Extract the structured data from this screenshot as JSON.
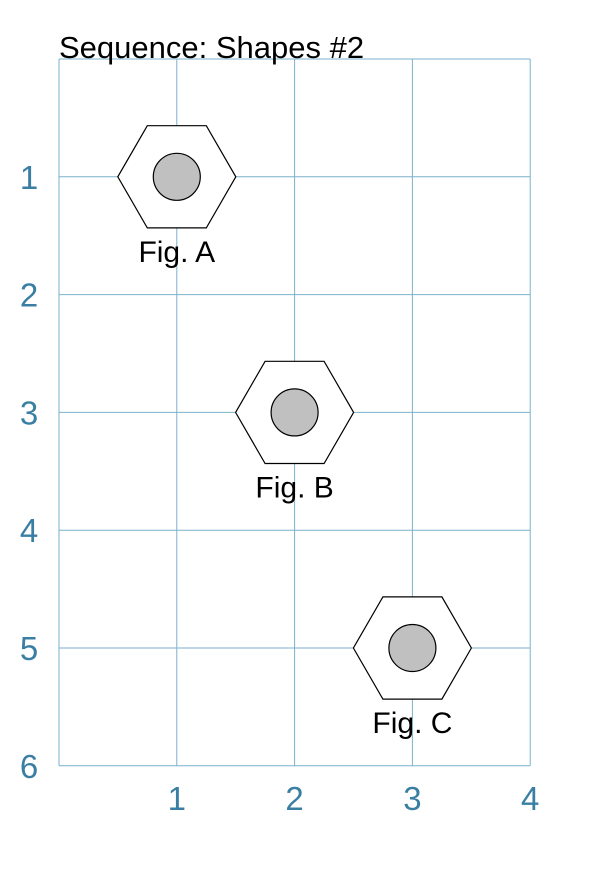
{
  "title": "Sequence: Shapes #2",
  "grid": {
    "x_ticks": [
      "1",
      "2",
      "3",
      "4"
    ],
    "y_ticks": [
      "1",
      "2",
      "3",
      "4",
      "5",
      "6"
    ],
    "columns": 4,
    "rows": 6
  },
  "figures": [
    {
      "label": "Fig. A",
      "col": 1,
      "row": 1
    },
    {
      "label": "Fig. B",
      "col": 2,
      "row": 3
    },
    {
      "label": "Fig. C",
      "col": 3,
      "row": 5
    }
  ],
  "colors": {
    "grid": "#79b2cc",
    "tick_text": "#3a7fa3",
    "hexagon_fill": "#ffffff",
    "hexagon_stroke": "#000000",
    "circle_fill": "#c0c0c0",
    "circle_stroke": "#000000"
  },
  "shapes": {
    "outer": "hexagon",
    "inner": "circle"
  }
}
